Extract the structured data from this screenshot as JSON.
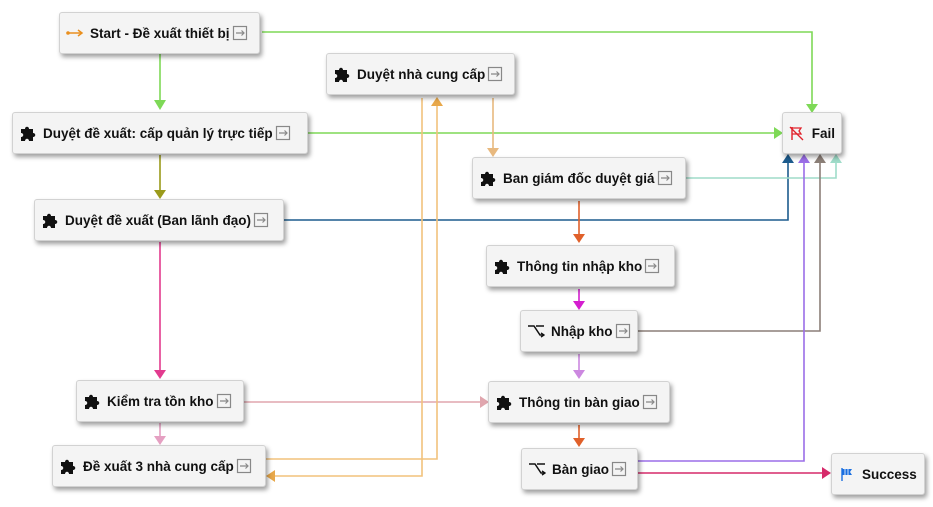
{
  "nodes": {
    "start": "Start - Đề xuất thiết bị",
    "supplier_approval": "Duyệt nhà cung cấp",
    "manager_approval": "Duyệt đề xuất: cấp quản lý trực tiếp",
    "fail": "Fail",
    "price_approval": "Ban giám đốc duyệt giá",
    "leadership_approval": "Duyệt đề xuất (Ban lãnh đạo)",
    "warehouse_info": "Thông tin nhập kho",
    "warehouse_entry": "Nhập kho",
    "inventory_check": "Kiểm tra tồn kho",
    "handover_info": "Thông tin bàn giao",
    "propose_suppliers": "Đề xuất 3 nhà cung cấp",
    "handover": "Bàn giao",
    "success": "Success"
  },
  "colors": {
    "green": "#7ed957",
    "olive": "#9a9a1a",
    "dark_blue": "#1d5c8e",
    "pink": "#e23b8e",
    "light_pink": "#e5a0c2",
    "mauve": "#e0a6ae",
    "orange_light": "#f2c27c",
    "orange": "#e98f1e",
    "sand": "#e8b97f",
    "teal_light": "#9fdcc9",
    "red_orange": "#e0602a",
    "magenta": "#d41ecf",
    "lilac": "#cc88e0",
    "brown_gray": "#8c7f78",
    "purple": "#9b6ee8",
    "crimson": "#d62a6a",
    "fail_red": "#e0202a",
    "success_blue": "#1a6fe0"
  }
}
